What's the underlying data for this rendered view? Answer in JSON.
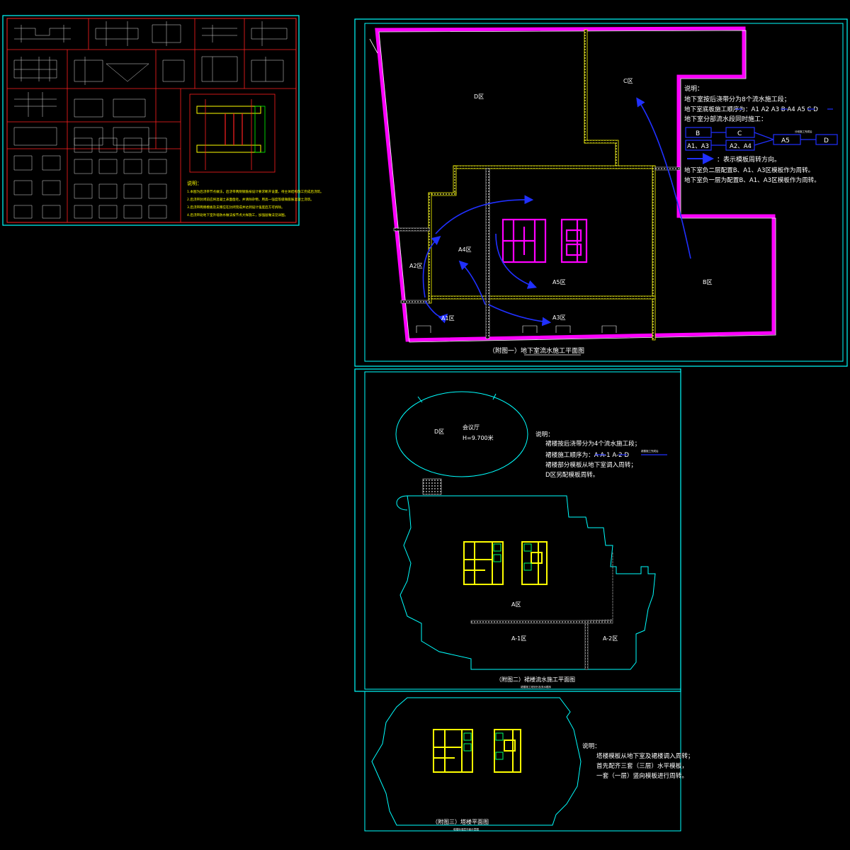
{
  "colors": {
    "frame": "#00ffff",
    "wall_magenta": "#ff00ff",
    "wall_yellow": "#ffff00",
    "arrow": "#2030ff",
    "detail_red": "#ff2020",
    "text": "#ffffff"
  },
  "sheet1": {
    "title": "（附图一）地下室流水施工平面图",
    "zones": {
      "d": "D区",
      "c": "C区",
      "b": "B区",
      "a1": "A1区",
      "a2": "A2区",
      "a3": "A3区",
      "a4": "A4区",
      "a5": "A5区"
    },
    "notes": {
      "heading": "说明：",
      "line1": "地下室按后浇带分为8个流水施工段；",
      "line2": "地下室底板施工顺序为：A1  A2  A3    B  A4   A5    C  D",
      "line3": "地下室分部流水段同时施工：",
      "line4": "：表示模板周转方向。",
      "line5": "地下室负二层配置B、A1、A3区模板作为周转。",
      "line6": "地下室负一层为配置B、A1、A3区模板作为周转。"
    },
    "flow": {
      "b": "B",
      "c": "C",
      "a1a3": "A1、A3",
      "a2a4": "A2、A4",
      "a5": "A5",
      "d": "D",
      "arrow_label": "分段施工完成后"
    }
  },
  "sheet2": {
    "title": "（附图二）裙楼流水施工平面图",
    "subtitle": "裙楼施工段划分及流水顺序",
    "zones": {
      "d": "D区",
      "a": "A区",
      "a1": "A-1区",
      "a2": "A-2区"
    },
    "hall": {
      "name": "会议厅",
      "elev": "H=9.700米"
    },
    "notes": {
      "heading": "说明：",
      "line1": "裙楼按后浇带分为4个流水施工段；",
      "line2": "裙楼施工顺序为：A    A-1    A-2              D",
      "line2_small": "裙楼施工完成后",
      "line3": "裙楼部分模板从地下室调入周转；",
      "line4": "D区另配模板周转。"
    }
  },
  "sheet3": {
    "title": "（附图三）塔楼平面图",
    "subtitle": "塔楼标准层平面示意图",
    "notes": {
      "heading": "说明：",
      "line1": "塔楼模板从地下室及裙楼调入周转；",
      "line2": "首先配齐三套（三层）水平模板，",
      "line3": "一套（一层）竖向模板进行周转。"
    }
  },
  "detail_sheet": {
    "notes": {
      "heading": "说明：",
      "line1": "1.本图为后浇带节点做法，后浇带两侧钢筋按设计要求断开设置，待主体结构施工完成后浇筑。",
      "line2": "2.后浇带封闭前应将混凝土表面凿毛，并清除杂物，用高一强度等级微膨胀混凝土浇筑。",
      "line3": "3.后浇带两侧模板及支撑应在封闭完成并达到设计强度后方可拆除。",
      "line4": "4.后浇带处地下室外墙防水做法按节点大样施工，加强层做法见详图。"
    }
  }
}
